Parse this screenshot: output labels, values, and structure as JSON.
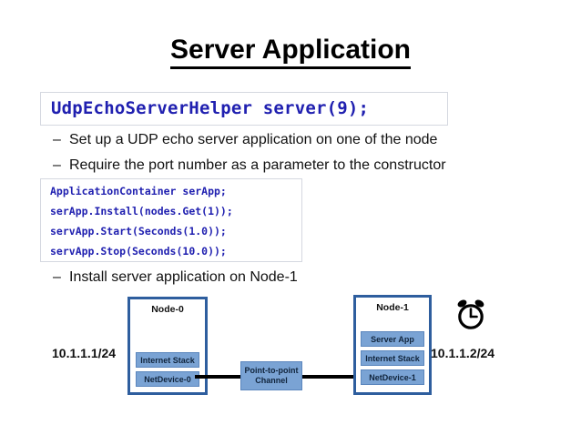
{
  "slide": {
    "title": "Server Application"
  },
  "code_primary": {
    "line": "UdpEchoServerHelper server(9);"
  },
  "code_secondary": {
    "lines": [
      "ApplicationContainer serApp;",
      "serApp.Install(nodes.Get(1));",
      "servApp.Start(Seconds(1.0));",
      "servApp.Stop(Seconds(10.0));"
    ]
  },
  "bullets": [
    {
      "marker": "–",
      "text": "Set up a UDP echo server application on one of the node"
    },
    {
      "marker": "–",
      "text": "Require the port number as a parameter to the constructor"
    },
    {
      "marker": "–",
      "text": "Install server application on Node-1"
    }
  ],
  "diagram": {
    "node0": {
      "title": "Node-0",
      "layers": [
        {
          "label": "Internet Stack"
        },
        {
          "label": "NetDevice-0"
        }
      ],
      "ip": "10.1.1.1/24"
    },
    "node1": {
      "title": "Node-1",
      "layers": [
        {
          "label": "Server App"
        },
        {
          "label": "Internet Stack"
        },
        {
          "label": "NetDevice-1"
        }
      ],
      "ip": "10.1.1.2/24"
    },
    "channel": {
      "line1": "Point-to-point",
      "line2": "Channel"
    },
    "clock_icon": "alarm-clock-icon",
    "colors": {
      "node_border": "#2e5e9e",
      "layer_fill": "#7aa3d4",
      "code_text": "#2020b0",
      "link": "#000000"
    }
  }
}
